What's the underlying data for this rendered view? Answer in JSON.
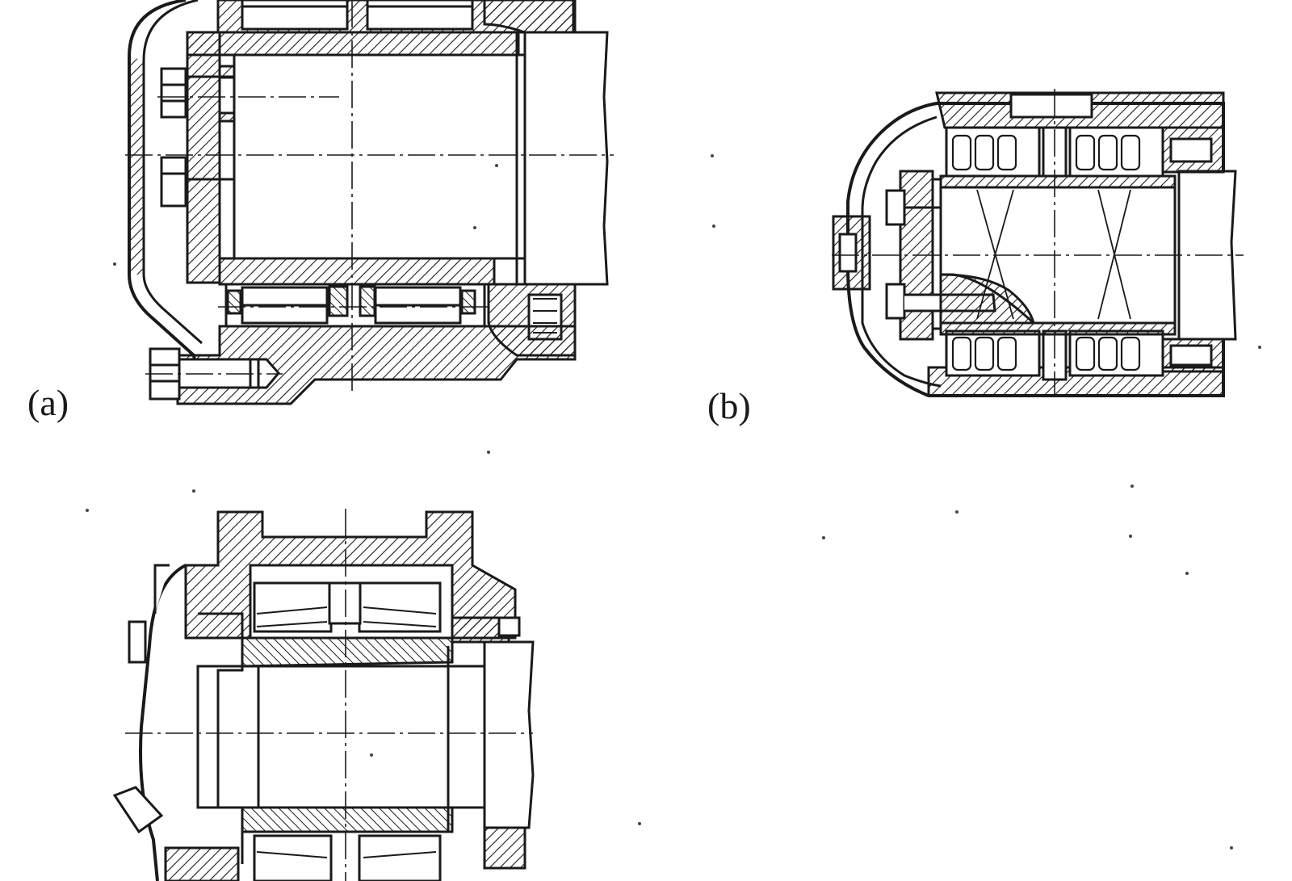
{
  "figure": {
    "panels": [
      {
        "id": "a",
        "label": "(a)"
      },
      {
        "id": "b",
        "label": "(b)"
      },
      {
        "id": "c",
        "label": ""
      }
    ]
  },
  "colors": {
    "ink": "#1a1a1a",
    "paper": "#ffffff"
  }
}
